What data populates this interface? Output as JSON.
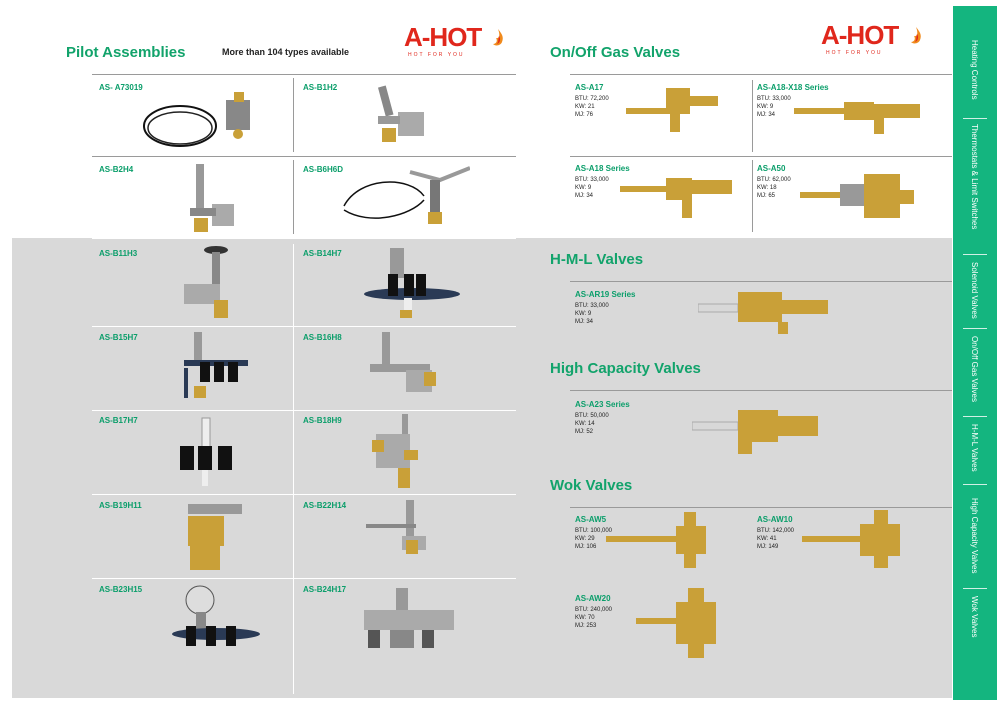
{
  "left": {
    "title": "Pilot Assemblies",
    "subtitle": "More than 104 types available",
    "logo": "A-HOT",
    "logo_sub": "HOT FOR YOU",
    "items": [
      "AS- A73019",
      "AS-B1H2",
      "AS-B2H4",
      "AS-B6H6D",
      "AS-B11H3",
      "AS-B14H7",
      "AS-B15H7",
      "AS-B16H8",
      "AS-B17H7",
      "AS-B18H9",
      "AS-B19H11",
      "AS-B22H14",
      "AS-B23H15",
      "AS-B24H17"
    ]
  },
  "right": {
    "logo": "A-HOT",
    "logo_sub": "HOT FOR YOU",
    "onoff": {
      "title": "On/Off Gas Valves",
      "items": [
        {
          "code": "AS-A17",
          "btu": "BTU: 72,200",
          "kw": "KW: 21",
          "mj": "MJ: 76"
        },
        {
          "code": "AS-A18-X18 Series",
          "btu": "BTU: 33,000",
          "kw": "KW: 9",
          "mj": "MJ: 34"
        },
        {
          "code": "AS-A18 Series",
          "btu": "BTU: 33,000",
          "kw": "KW: 9",
          "mj": "MJ: 34"
        },
        {
          "code": "AS-A50",
          "btu": "BTU: 62,000",
          "kw": "KW: 18",
          "mj": "MJ: 65"
        }
      ]
    },
    "hml": {
      "title": "H-M-L Valves",
      "item": {
        "code": "AS-AR19 Series",
        "btu": "BTU: 33,000",
        "kw": "KW: 9",
        "mj": "MJ: 34"
      }
    },
    "hc": {
      "title": "High Capacity Valves",
      "item": {
        "code": "AS-A23 Series",
        "btu": "BTU: 50,000",
        "kw": "KW: 14",
        "mj": "MJ: 52"
      }
    },
    "wok": {
      "title": "Wok Valves",
      "items": [
        {
          "code": "AS-AW5",
          "btu": "BTU: 100,000",
          "kw": "KW: 29",
          "mj": "MJ: 106"
        },
        {
          "code": "AS-AW10",
          "btu": "BTU: 142,000",
          "kw": "KW: 41",
          "mj": "MJ: 149"
        },
        {
          "code": "AS-AW20",
          "btu": "BTU: 240,000",
          "kw": "KW: 70",
          "mj": "MJ: 253"
        }
      ]
    }
  },
  "sidebar": [
    "Heating Controls",
    "Thermostats & Limit Switches",
    "Solenoid Valves",
    "On/Off Gas Valves",
    "H-M-L Valves",
    "High Capacity Valves",
    "Wok Valves"
  ],
  "colors": {
    "accent": "#12a36b",
    "logo": "#e0271c",
    "sidebar": "#14b57f",
    "band": "#d9d9d9"
  }
}
